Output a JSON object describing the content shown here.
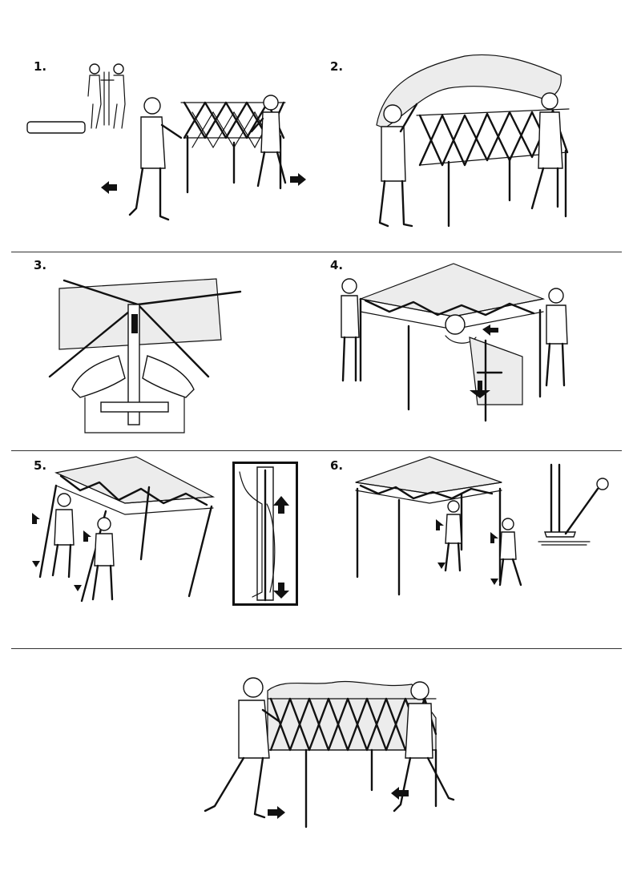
{
  "steps": [
    {
      "number": "1.",
      "action": "unfold-frame"
    },
    {
      "number": "2.",
      "action": "attach-canopy"
    },
    {
      "number": "3.",
      "action": "secure-corner"
    },
    {
      "number": "4.",
      "action": "lock-slider"
    },
    {
      "number": "5.",
      "action": "raise-legs"
    },
    {
      "number": "6.",
      "action": "stake-legs"
    },
    {
      "number": "",
      "action": "fold-frame"
    }
  ],
  "icons": [
    "arrow-left-icon",
    "arrow-right-icon",
    "arrow-up-icon",
    "arrow-down-icon",
    "stake-icon"
  ],
  "colors": {
    "ink": "#111111",
    "paper": "#ffffff",
    "canopy_shade": "#ececec",
    "divider": "#333333"
  }
}
